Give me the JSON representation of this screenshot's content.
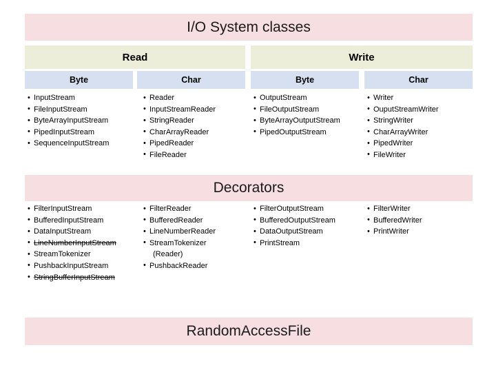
{
  "slide": {
    "title": "I/O System classes",
    "decorators_title": "Decorators",
    "random_access_title": "RandomAccessFile",
    "groups": [
      {
        "label": "Read"
      },
      {
        "label": "Write"
      }
    ],
    "subheaders": [
      {
        "label": "Byte"
      },
      {
        "label": "Char"
      },
      {
        "label": "Byte"
      },
      {
        "label": "Char"
      }
    ],
    "bullet": "•",
    "columns": [
      {
        "group": "Read",
        "kind": "Byte",
        "items": [
          {
            "text": "InputStream",
            "strike": false
          },
          {
            "text": "FileInputStream",
            "strike": false
          },
          {
            "text": "ByteArrayInputStream",
            "strike": false
          },
          {
            "text": "PipedInputStream",
            "strike": false
          },
          {
            "text": "SequenceInputStream",
            "strike": false
          }
        ]
      },
      {
        "group": "Read",
        "kind": "Char",
        "items": [
          {
            "text": "Reader",
            "strike": false
          },
          {
            "text": "InputStreamReader",
            "strike": false
          },
          {
            "text": "StringReader",
            "strike": false
          },
          {
            "text": "CharArrayReader",
            "strike": false
          },
          {
            "text": "PipedReader",
            "strike": false
          },
          {
            "text": "FileReader",
            "strike": false
          }
        ]
      },
      {
        "group": "Write",
        "kind": "Byte",
        "items": [
          {
            "text": "OutputStream",
            "strike": false
          },
          {
            "text": "FileOutputStream",
            "strike": false
          },
          {
            "text": "ByteArrayOutputStream",
            "strike": false
          },
          {
            "text": "PipedOutputStream",
            "strike": false
          }
        ]
      },
      {
        "group": "Write",
        "kind": "Char",
        "items": [
          {
            "text": "Writer",
            "strike": false
          },
          {
            "text": "OuputStreamWriter",
            "strike": false
          },
          {
            "text": "StringWriter",
            "strike": false
          },
          {
            "text": "CharArrayWriter",
            "strike": false
          },
          {
            "text": "PipedWriter",
            "strike": false
          },
          {
            "text": "FileWriter",
            "strike": false
          }
        ]
      }
    ],
    "decorator_columns": [
      {
        "group": "Read",
        "kind": "Byte",
        "items": [
          {
            "text": "FilterInputStream",
            "strike": false
          },
          {
            "text": "BufferedInputStream",
            "strike": false
          },
          {
            "text": "DataInputStream",
            "strike": false
          },
          {
            "text": "LineNumberInputStream",
            "strike": true
          },
          {
            "text": "StreamTokenizer",
            "strike": false
          },
          {
            "text": "PushbackInputStream",
            "strike": false
          },
          {
            "text": "StringBufferInputStream",
            "strike": true
          }
        ]
      },
      {
        "group": "Read",
        "kind": "Char",
        "items": [
          {
            "text": "FilterReader",
            "strike": false
          },
          {
            "text": "BufferedReader",
            "strike": false
          },
          {
            "text": "LineNumberReader",
            "strike": false
          },
          {
            "text": "StreamTokenizer",
            "strike": false
          },
          {
            "text": "(Reader)",
            "strike": false,
            "continuation": true
          },
          {
            "text": "PushbackReader",
            "strike": false
          }
        ]
      },
      {
        "group": "Write",
        "kind": "Byte",
        "items": [
          {
            "text": "FilterOutputStream",
            "strike": false
          },
          {
            "text": "BufferedOutputStream",
            "strike": false
          },
          {
            "text": "DataOutputStream",
            "strike": false
          },
          {
            "text": "PrintStream",
            "strike": false
          }
        ]
      },
      {
        "group": "Write",
        "kind": "Char",
        "items": [
          {
            "text": "FilterWriter",
            "strike": false
          },
          {
            "text": "BufferedWriter",
            "strike": false
          },
          {
            "text": "PrintWriter",
            "strike": false
          }
        ]
      }
    ],
    "colors": {
      "banner": "#f6dee1",
      "group_header": "#eceeda",
      "sub_header": "#d6e0f0",
      "background": "#ffffff",
      "text": "#000000"
    }
  }
}
